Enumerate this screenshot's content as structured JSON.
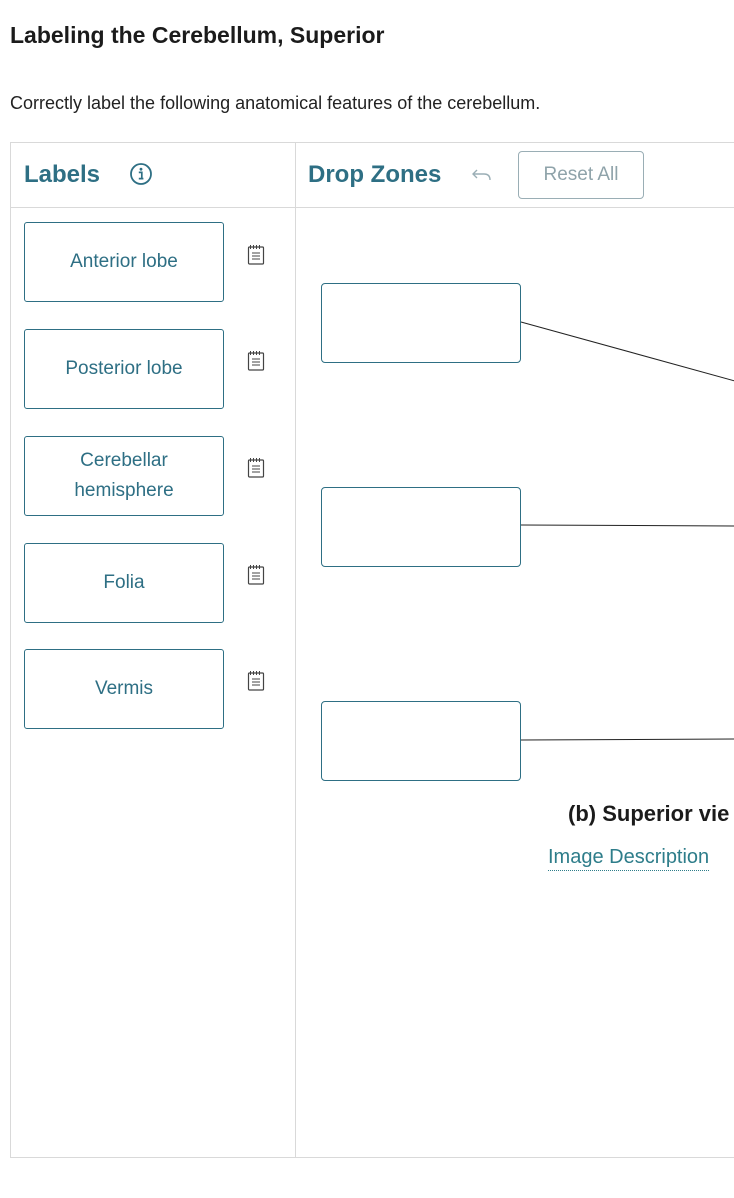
{
  "page": {
    "title": "Labeling the Cerebellum, Superior",
    "instructions": "Correctly label the following anatomical features of the cerebellum."
  },
  "labels_panel": {
    "heading": "Labels",
    "info_icon": "info-circle-icon",
    "labels": [
      {
        "text": "Anterior lobe",
        "note_icon": "notebook-icon"
      },
      {
        "text": "Posterior lobe",
        "note_icon": "notebook-icon"
      },
      {
        "text": "Cerebellar hemisphere",
        "note_icon": "notebook-icon"
      },
      {
        "text": "Folia",
        "note_icon": "notebook-icon"
      },
      {
        "text": "Vermis",
        "note_icon": "notebook-icon"
      }
    ]
  },
  "drop_zones_panel": {
    "heading": "Drop Zones",
    "undo_icon": "undo-arrow-icon",
    "reset_label": "Reset All",
    "zones": [
      {
        "value": ""
      },
      {
        "value": ""
      },
      {
        "value": ""
      }
    ],
    "caption": "(b) Superior vie",
    "image_description_link": "Image Description"
  },
  "colors": {
    "accent": "#2e6f84",
    "border": "#d9d9d9",
    "reset_text": "#8fa3aa"
  }
}
